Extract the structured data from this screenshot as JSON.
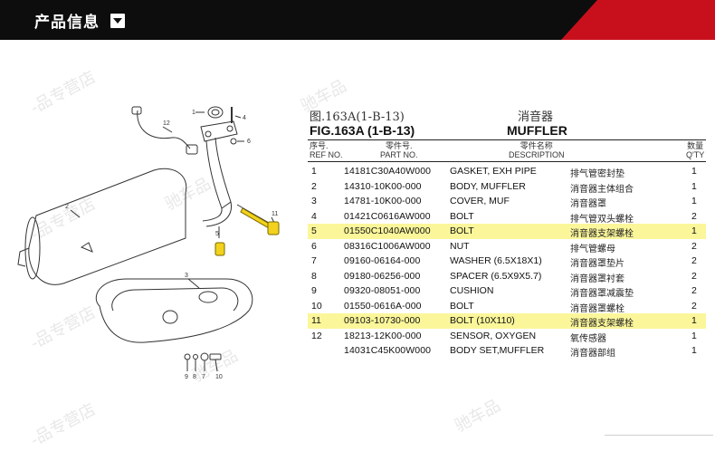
{
  "header": {
    "title": "产品信息"
  },
  "watermarks": [
    "-品专营店",
    "驰车品",
    "-品专营店",
    "驰车品",
    "-品专营店",
    "驰车品",
    "-品专营店",
    "驰车品"
  ],
  "diagram": {
    "callouts": [
      "1",
      "2",
      "3",
      "4",
      "5",
      "6",
      "7",
      "8",
      "9",
      "10",
      "11",
      "12"
    ]
  },
  "table": {
    "fig_cn": "图.163A(1-B-13)",
    "name_cn": "消音器",
    "fig_en": "FIG.163A (1-B-13)",
    "name_en": "MUFFLER",
    "headers": {
      "ref_cn": "序号.",
      "ref_en": "REF NO.",
      "part_cn": "零件号.",
      "part_en": "PART NO.",
      "desc_cn": "零件名称",
      "desc_en": "DESCRIPTION",
      "qty_cn": "数量",
      "qty_en": "Q'TY"
    },
    "rows": [
      {
        "ref": "1",
        "part": "14181C30A40W000",
        "desc": "GASKET, EXH PIPE",
        "cn": "排气管密封垫",
        "qty": "1",
        "highlight": false
      },
      {
        "ref": "2",
        "part": "14310-10K00-000",
        "desc": "BODY, MUFFLER",
        "cn": "消音器主体组合",
        "qty": "1",
        "highlight": false
      },
      {
        "ref": "3",
        "part": "14781-10K00-000",
        "desc": "COVER, MUF",
        "cn": "消音器罩",
        "qty": "1",
        "highlight": false
      },
      {
        "ref": "4",
        "part": "01421C0616AW000",
        "desc": "BOLT",
        "cn": "排气管双头螺栓",
        "qty": "2",
        "highlight": false
      },
      {
        "ref": "5",
        "part": "01550C1040AW000",
        "desc": "BOLT",
        "cn": "消音器支架螺栓",
        "qty": "1",
        "highlight": true
      },
      {
        "ref": "6",
        "part": "08316C1006AW000",
        "desc": "NUT",
        "cn": "排气管螺母",
        "qty": "2",
        "highlight": false
      },
      {
        "ref": "7",
        "part": "09160-06164-000",
        "desc": "WASHER (6.5X18X1)",
        "cn": "消音器罩垫片",
        "qty": "2",
        "highlight": false
      },
      {
        "ref": "8",
        "part": "09180-06256-000",
        "desc": "SPACER (6.5X9X5.7)",
        "cn": "消音器罩衬套",
        "qty": "2",
        "highlight": false
      },
      {
        "ref": "9",
        "part": "09320-08051-000",
        "desc": "CUSHION",
        "cn": "消音器罩减震垫",
        "qty": "2",
        "highlight": false
      },
      {
        "ref": "10",
        "part": "01550-0616A-000",
        "desc": "BOLT",
        "cn": "消音器罩螺栓",
        "qty": "2",
        "highlight": false
      },
      {
        "ref": "11",
        "part": "09103-10730-000",
        "desc": "BOLT (10X110)",
        "cn": "消音器支架螺栓",
        "qty": "1",
        "highlight": true
      },
      {
        "ref": "12",
        "part": "18213-12K00-000",
        "desc": "SENSOR, OXYGEN",
        "cn": "氧传感器",
        "qty": "1",
        "highlight": false
      },
      {
        "ref": "",
        "part": "14031C45K00W000",
        "desc": "BODY SET,MUFFLER",
        "cn": "消音器部组",
        "qty": "1",
        "highlight": false
      }
    ]
  }
}
